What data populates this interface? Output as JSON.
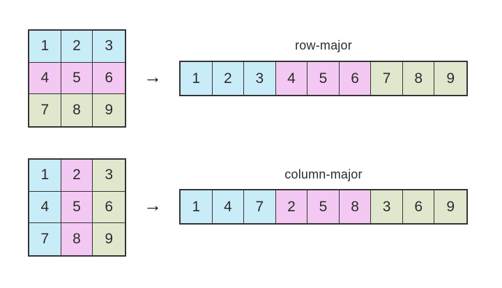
{
  "colors": {
    "blue": "#c9ecf9",
    "pink": "#f3c8f2",
    "green": "#dfe8cd",
    "border": "#333333",
    "text": "#2b2b2b",
    "background": "#ffffff"
  },
  "sections": [
    {
      "title": "row-major",
      "arrow": "→",
      "matrix": [
        "1",
        "2",
        "3",
        "4",
        "5",
        "6",
        "7",
        "8",
        "9"
      ],
      "matrix_colors": [
        "blue",
        "blue",
        "blue",
        "pink",
        "pink",
        "pink",
        "green",
        "green",
        "green"
      ],
      "array": [
        "1",
        "2",
        "3",
        "4",
        "5",
        "6",
        "7",
        "8",
        "9"
      ],
      "array_colors": [
        "blue",
        "blue",
        "blue",
        "pink",
        "pink",
        "pink",
        "green",
        "green",
        "green"
      ]
    },
    {
      "title": "column-major",
      "arrow": "→",
      "matrix": [
        "1",
        "2",
        "3",
        "4",
        "5",
        "6",
        "7",
        "8",
        "9"
      ],
      "matrix_colors": [
        "blue",
        "pink",
        "green",
        "blue",
        "pink",
        "green",
        "blue",
        "pink",
        "green"
      ],
      "array": [
        "1",
        "4",
        "7",
        "2",
        "5",
        "8",
        "3",
        "6",
        "9"
      ],
      "array_colors": [
        "blue",
        "blue",
        "blue",
        "pink",
        "pink",
        "pink",
        "green",
        "green",
        "green"
      ]
    }
  ]
}
